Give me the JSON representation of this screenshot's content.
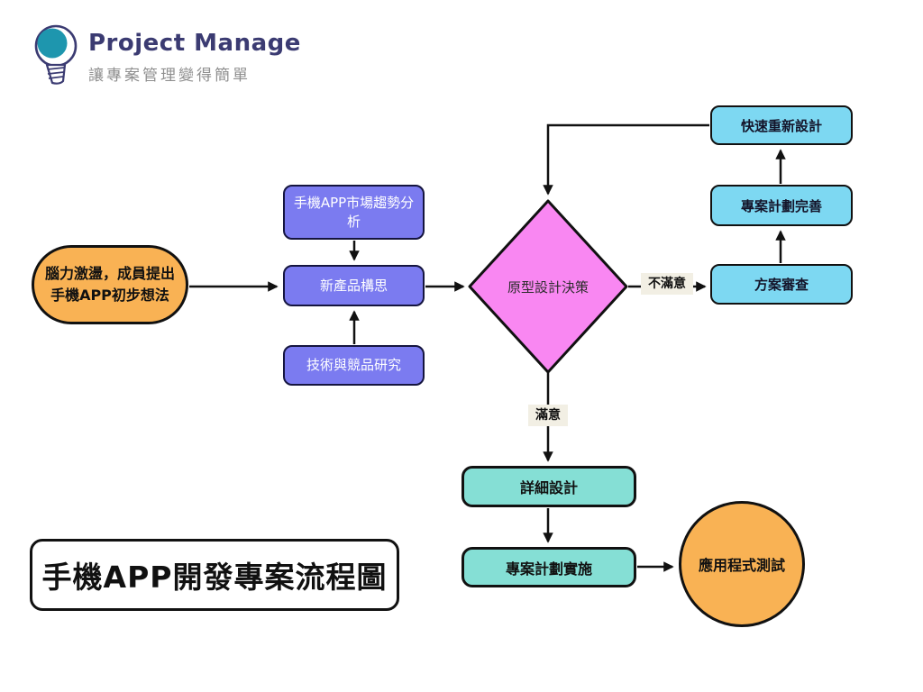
{
  "logo": {
    "title": "Project Manage",
    "subtitle": "讓專案管理變得簡單",
    "icon": "lightbulb-icon",
    "title_color": "#3b3b72",
    "accent_color": "#1e96ae",
    "subtitle_color": "#8f8f8f"
  },
  "diagram_title": "手機APP開發專案流程圖",
  "nodes": {
    "start": {
      "lines": [
        "腦力激盪，成員提出",
        "手機APP初步想法"
      ],
      "shape": "stadium",
      "fill": "#f9b254",
      "border": "#111111"
    },
    "market": {
      "label": "手機APP市場趨勢分析",
      "shape": "rect",
      "fill": "#7b7bf0",
      "text_color": "#ffffff"
    },
    "idea": {
      "label": "新產品構思",
      "shape": "rect",
      "fill": "#7b7bf0",
      "text_color": "#ffffff"
    },
    "tech": {
      "label": "技術與競品研究",
      "shape": "rect",
      "fill": "#7b7bf0",
      "text_color": "#ffffff"
    },
    "decision": {
      "label": "原型設計決策",
      "shape": "diamond",
      "fill": "#f987f2"
    },
    "redesign": {
      "label": "快速重新設計",
      "shape": "rect",
      "fill": "#7dd8f2"
    },
    "plan_complete": {
      "label": "專案計劃完善",
      "shape": "rect",
      "fill": "#7dd8f2"
    },
    "review": {
      "label": "方案審查",
      "shape": "rect",
      "fill": "#7dd8f2"
    },
    "detail_design": {
      "label": "詳細設計",
      "shape": "rect",
      "fill": "#85dfd5"
    },
    "implementation": {
      "label": "專案計劃實施",
      "shape": "rect",
      "fill": "#85dfd5"
    },
    "app_test": {
      "label": "應用程式測試",
      "shape": "circle",
      "fill": "#f9b254"
    }
  },
  "edge_labels": {
    "unsatisfied": "不滿意",
    "satisfied": "滿意",
    "label_bg": "#f2efe4"
  },
  "edges": [
    {
      "from": "start",
      "to": "idea"
    },
    {
      "from": "market",
      "to": "idea"
    },
    {
      "from": "tech",
      "to": "idea"
    },
    {
      "from": "idea",
      "to": "decision"
    },
    {
      "from": "decision",
      "to": "review",
      "label": "不滿意"
    },
    {
      "from": "review",
      "to": "plan_complete"
    },
    {
      "from": "plan_complete",
      "to": "redesign"
    },
    {
      "from": "redesign",
      "to": "decision"
    },
    {
      "from": "decision",
      "to": "detail_design",
      "label": "滿意"
    },
    {
      "from": "detail_design",
      "to": "implementation"
    },
    {
      "from": "implementation",
      "to": "app_test"
    }
  ]
}
